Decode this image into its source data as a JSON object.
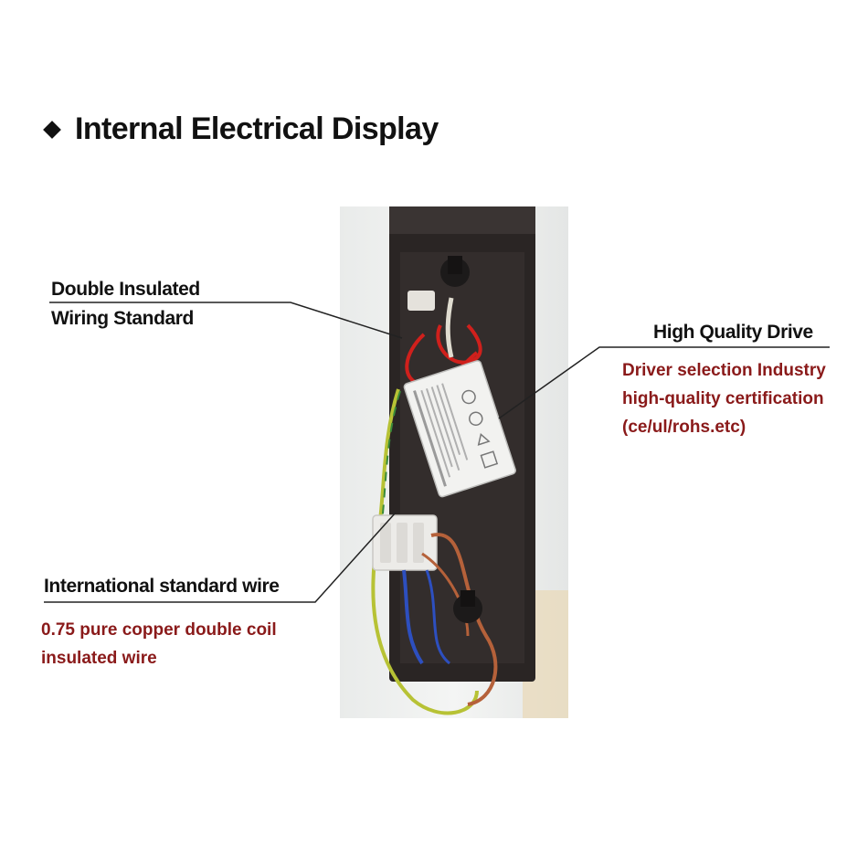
{
  "title": "Internal Electrical Display",
  "callouts": {
    "double_insulated": {
      "line1": "Double Insulated",
      "line2": "Wiring Standard"
    },
    "high_quality_drive": {
      "label": "High Quality Drive",
      "desc1": "Driver selection Industry",
      "desc2": "high-quality certification",
      "desc3": "(ce/ul/rohs.etc)"
    },
    "international_wire": {
      "label": "International standard wire",
      "desc1": "0.75 pure copper double coil",
      "desc2": "insulated wire"
    }
  },
  "colors": {
    "title_text": "#111111",
    "desc_text": "#8a1a1a",
    "fixture_body": "#2a2524",
    "driver_case": "#f2f2f0"
  }
}
